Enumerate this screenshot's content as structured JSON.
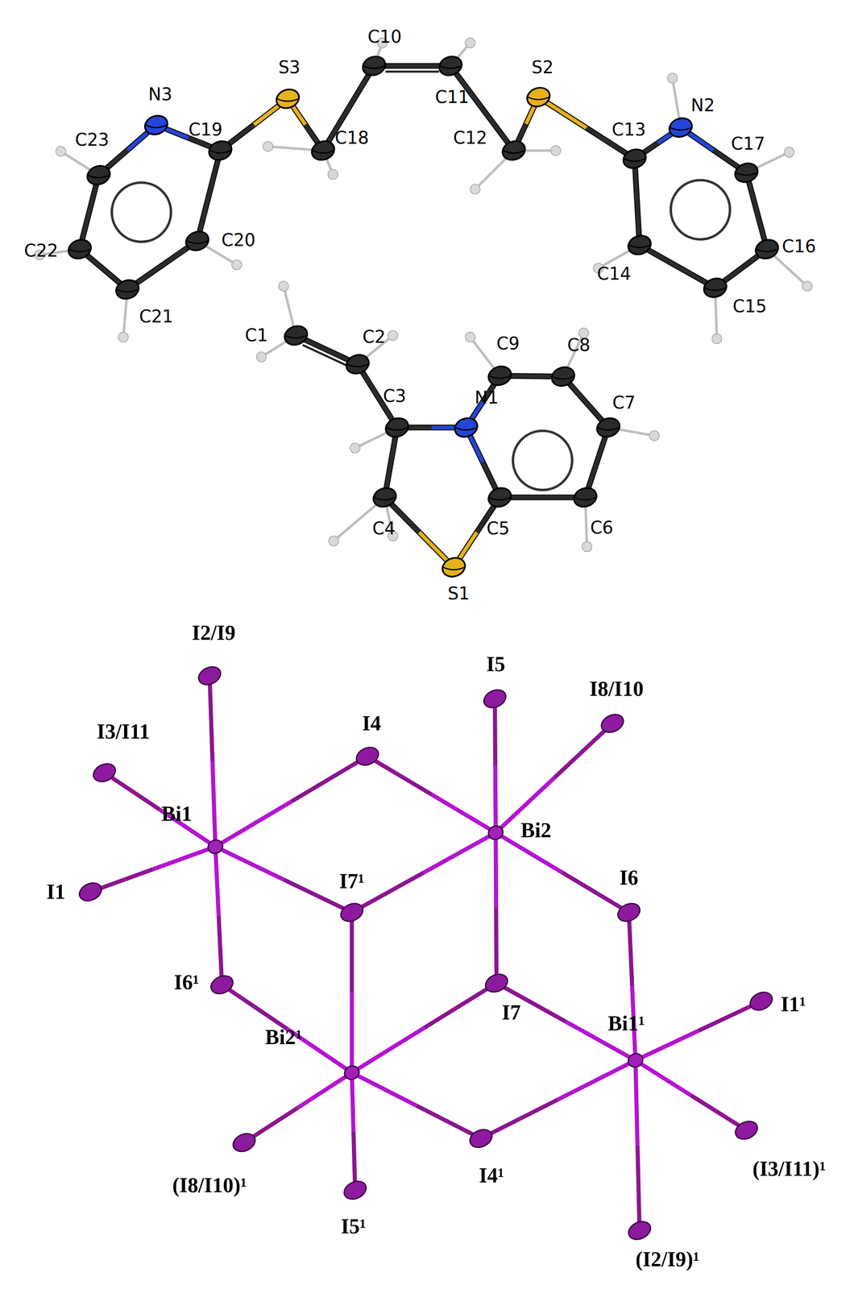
{
  "diagram": {
    "labels": [
      "N3",
      "S3",
      "C10",
      "C11",
      "S2",
      "N2",
      "C23",
      "C19",
      "C18",
      "C12",
      "C13",
      "C17",
      "C22",
      "C20",
      "C14",
      "C16",
      "C21",
      "C15",
      "C1",
      "C2",
      "C9",
      "C8",
      "C7",
      "C3",
      "N1",
      "C4",
      "C5",
      "C6",
      "S1",
      "I2/I9",
      "I5",
      "I8/I10",
      "I3/I11",
      "I4",
      "Bi1",
      "Bi2",
      "I1",
      "I7¹",
      "I6",
      "I6¹",
      "I7",
      "I1¹",
      "Bi2¹",
      "Bi1¹",
      "(I8/I10)¹",
      "I4¹",
      "(I3/I11)¹",
      "I5¹",
      "(I2/I9)¹"
    ]
  }
}
